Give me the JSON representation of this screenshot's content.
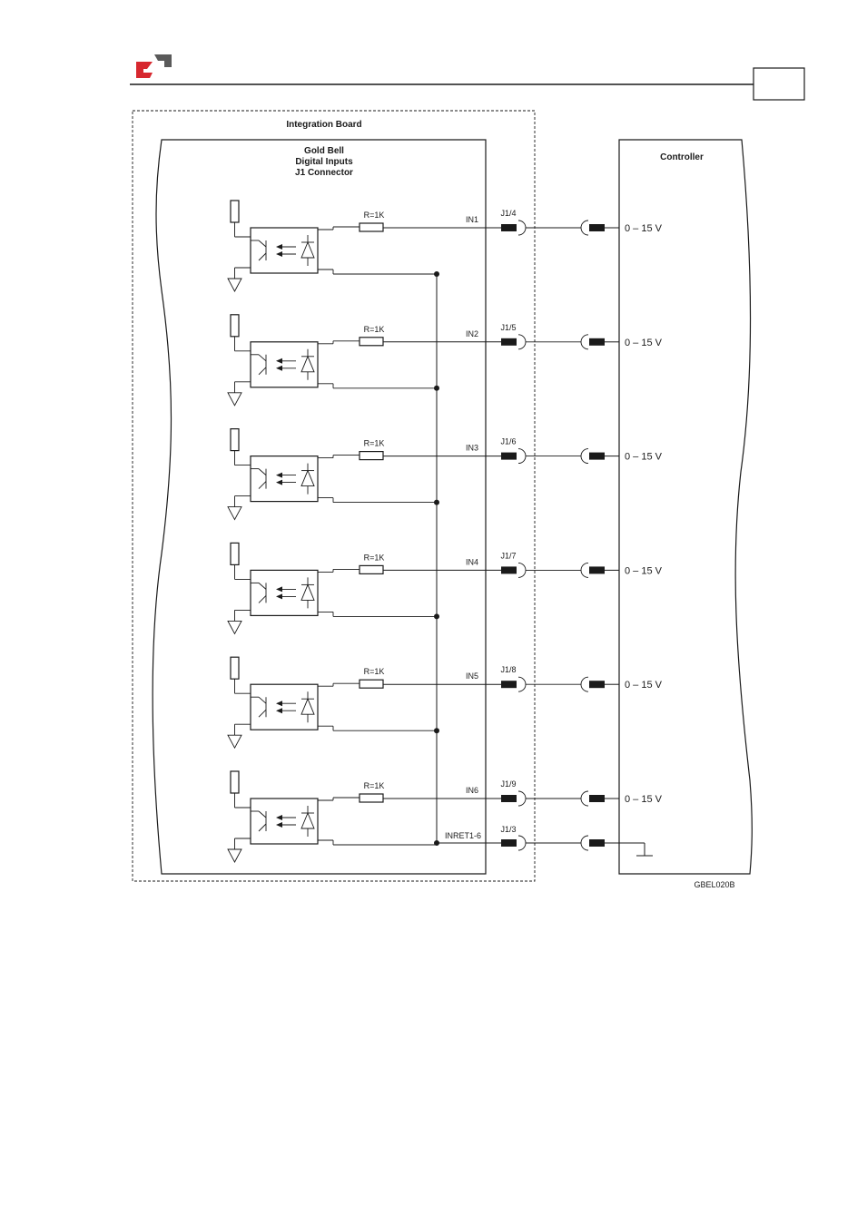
{
  "header": {
    "page_number": "",
    "brand_colors": {
      "red": "#d7282f",
      "gray": "#5a5a5a"
    }
  },
  "diagram": {
    "integration_board_label": "Integration Board",
    "connector_title_lines": [
      "Gold Bell",
      "Digital Inputs",
      "J1 Connector"
    ],
    "controller_label": "Controller",
    "resistor_label": "R=1K",
    "channels": [
      {
        "signal": "IN1",
        "pin": "J1/4",
        "voltage": "0 – 15 V"
      },
      {
        "signal": "IN2",
        "pin": "J1/5",
        "voltage": "0 – 15 V"
      },
      {
        "signal": "IN3",
        "pin": "J1/6",
        "voltage": "0 – 15 V"
      },
      {
        "signal": "IN4",
        "pin": "J1/7",
        "voltage": "0 – 15 V"
      },
      {
        "signal": "IN5",
        "pin": "J1/8",
        "voltage": "0 – 15 V"
      },
      {
        "signal": "IN6",
        "pin": "J1/9",
        "voltage": "0 – 15 V"
      }
    ],
    "return": {
      "signal": "INRET1-6",
      "pin": "J1/3"
    },
    "figure_code": "GBEL020B"
  }
}
